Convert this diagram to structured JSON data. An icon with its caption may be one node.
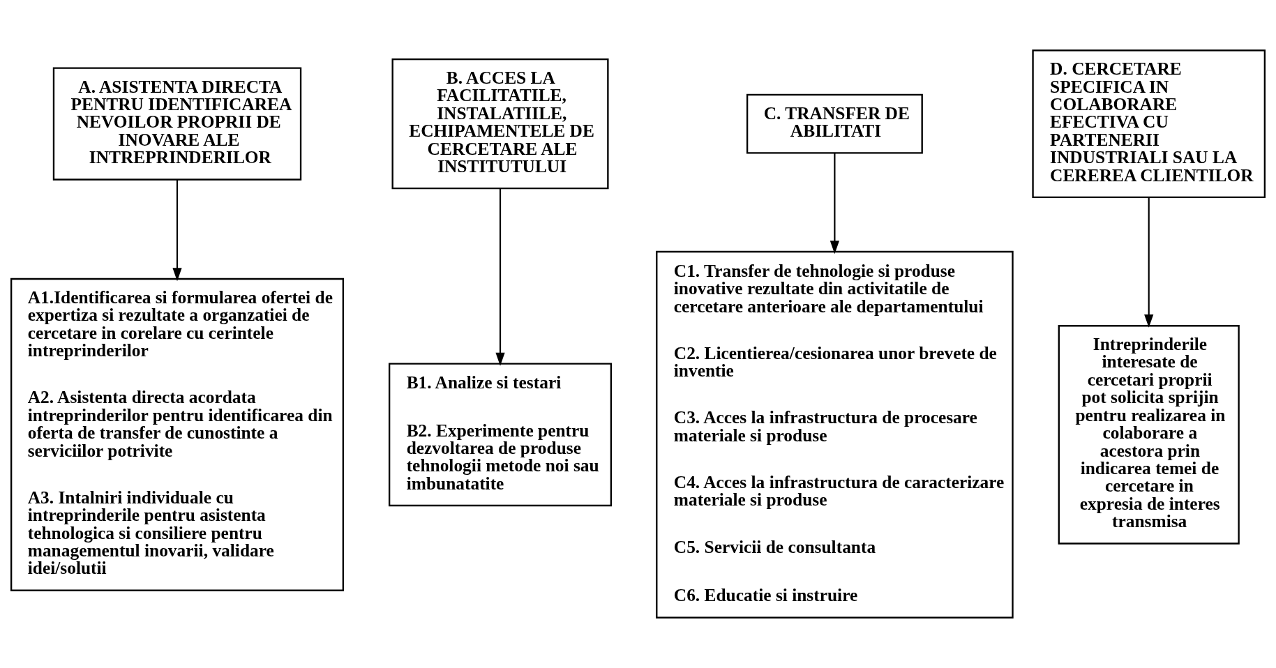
{
  "diagram": {
    "nodes": [
      {
        "text": [
          "A. ASISTENTA DIRECTA PENTRU IDENTIFICAREA NEVOILOR PROPRII DE INOVARE ALE INTREPRINDERILOR"
        ]
      },
      {
        "text": [
          "A1.Identificarea si formularea ofertei de expertiza si rezultate a organzatiei de cercetare in corelare cu cerintele intreprinderilor",
          "A2. Asistenta directa acordata intreprinderilor pentru identificarea din oferta de transfer de cunostinte a serviciilor potrivite",
          "A3. Intalniri individuale cu intreprinderile pentru asistenta tehnologica si consiliere pentru managementul inovarii, validare idei/solutii"
        ]
      },
      {
        "text": [
          "B. ACCES LA FACILITATILE, INSTALATIILE, ECHIPAMENTELE DE CERCETARE ALE INSTITUTULUI"
        ]
      },
      {
        "text": [
          "B1. Analize si testari",
          "B2. Experimente pentru dezvoltarea de produse tehnologii metode noi sau imbunatatite"
        ]
      },
      {
        "text": [
          "C. TRANSFER DE ABILITATI"
        ]
      },
      {
        "text": [
          "C1. Transfer de tehnologie si produse inovative rezultate din activitatile de cercetare anterioare ale departamentului",
          "C2. Licentierea/cesionarea unor brevete de inventie",
          "C3. Acces la infrastructura de procesare materiale si produse",
          "C4. Acces la infrastructura de caracterizare materiale si produse",
          "C5. Servicii de consultanta",
          "C6. Educatie si instruire"
        ]
      },
      {
        "text": [
          "D. CERCETARE SPECIFICA IN COLABORARE EFECTIVA CU PARTENERII INDUSTRIALI SAU LA CEREREA CLIENTILOR"
        ]
      },
      {
        "text": [
          "Intreprinderile interesate de cercetari proprii pot solicita sprijin pentru realizarea in colaborare a acestora prin indicarea temei de cercetare in expresia de interes transmisa"
        ]
      }
    ],
    "edges": [
      {
        "from": 0,
        "to": 1,
        "arrow": "to"
      },
      {
        "from": 2,
        "to": 3,
        "arrow": "to"
      },
      {
        "from": 4,
        "to": 5,
        "arrow": "to"
      },
      {
        "from": 6,
        "to": 7,
        "arrow": "to"
      }
    ]
  }
}
